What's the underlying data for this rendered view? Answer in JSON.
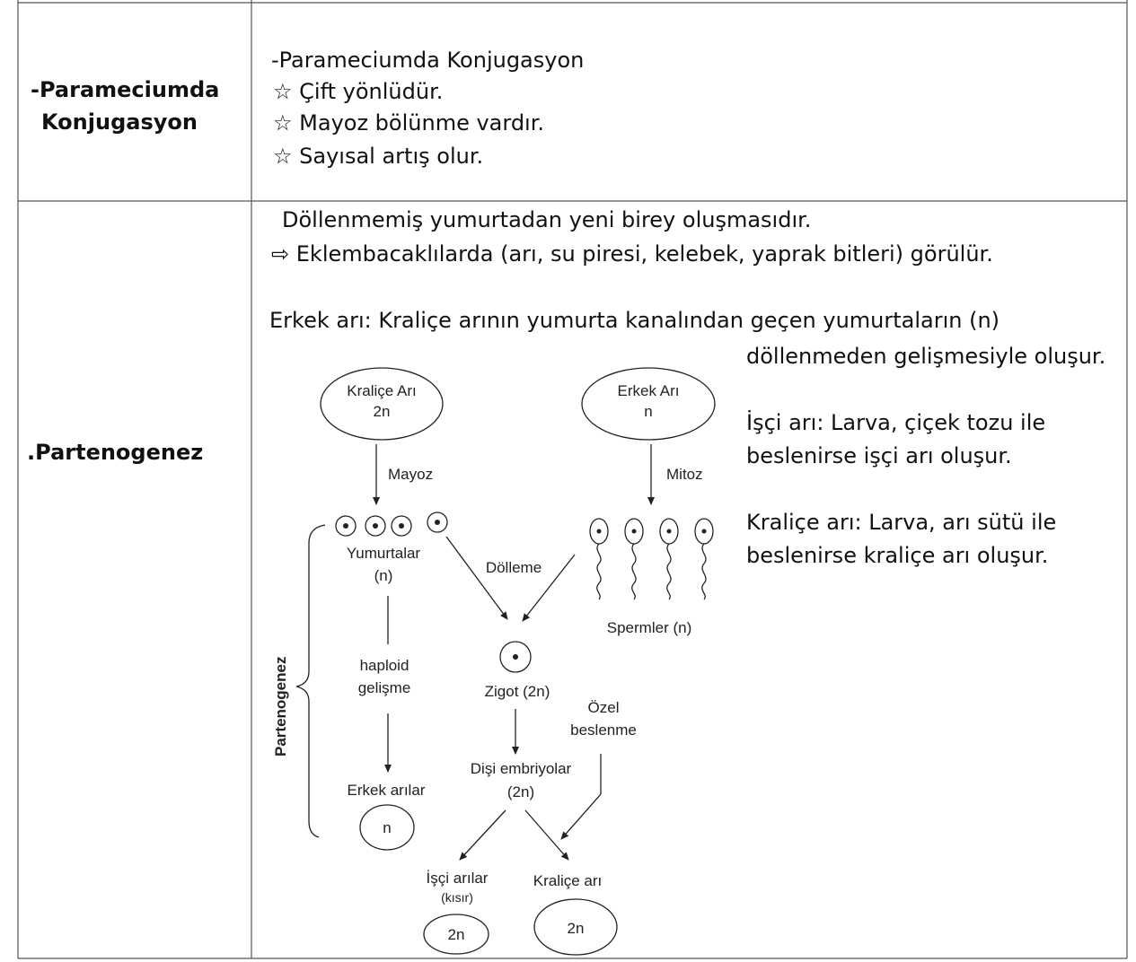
{
  "row1": {
    "label_line1": "-Parameciumda",
    "label_line2": "Konjugasyon",
    "heading": "-Parameciumda Konjugasyon",
    "bullet_glyph": "☆",
    "bullets": [
      "Çift yönlüdür.",
      "Mayoz bölünme vardır.",
      "Sayısal artış olur."
    ]
  },
  "row2": {
    "label": ".Partenogenez",
    "definition": "Döllenmemiş yumurtadan yeni birey oluşmasıdır.",
    "arrow_glyph": "⇨",
    "arthropods": "Eklembacaklılarda (arı, su piresi, kelebek, yaprak bitleri) görülür.",
    "drone_line1": "Erkek arı: Kraliçe arının yumurta kanalından geçen yumurtaların (n)",
    "drone_line2": "döllenmeden gelişmesiyle oluşur.",
    "worker_line1": "İşçi arı: Larva, çiçek tozu ile",
    "worker_line2": "beslenirse işçi arı oluşur.",
    "queen_line1": "Kraliçe arı: Larva, arı sütü ile",
    "queen_line2": "beslenirse kraliçe arı oluşur."
  },
  "diagram": {
    "queen_bee": "Kraliçe Arı",
    "queen_ploidy": "2n",
    "drone_bee": "Erkek Arı",
    "drone_ploidy": "n",
    "meiosis": "Mayoz",
    "mitosis": "Mitoz",
    "eggs": "Yumurtalar",
    "eggs_ploidy": "(n)",
    "fertilization": "Dölleme",
    "sperms": "Spermler (n)",
    "side_label": "Partenogenez",
    "haploid_line1": "haploid",
    "haploid_line2": "gelişme",
    "zygote": "Zigot (2n)",
    "special_line1": "Özel",
    "special_line2": "beslenme",
    "female_line1": "Dişi embriyolar",
    "female_line2": "(2n)",
    "drones_out": "Erkek arılar",
    "drones_ploidy": "n",
    "workers": "İşçi arılar",
    "workers_note": "(kısır)",
    "workers_ploidy": "2n",
    "queen_out": "Kraliçe arı",
    "queen_out_ploidy": "2n"
  }
}
